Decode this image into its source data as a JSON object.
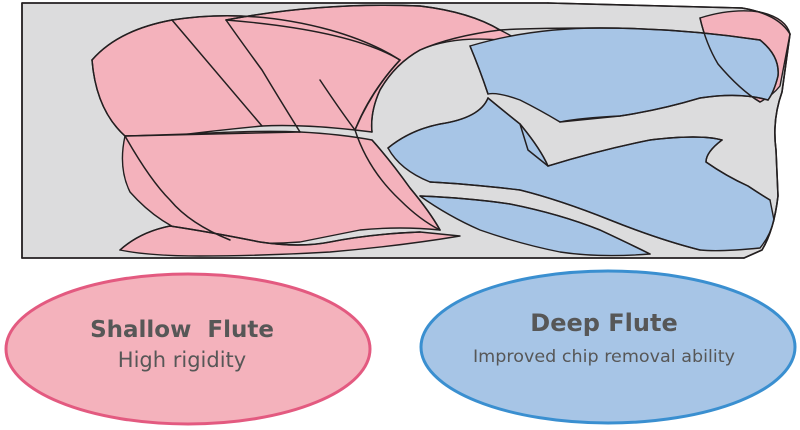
{
  "diagram": {
    "colors": {
      "shank": "#dcdcdd",
      "shallow_fill": "#f4b2bc",
      "deep_fill": "#a7c5e6",
      "outline": "#231f20",
      "shallow_border": "#e35a80",
      "deep_border": "#3a8fd0",
      "text": "#575757"
    },
    "labels": {
      "shallow": {
        "title": "Shallow  Flute",
        "subtitle": "High rigidity"
      },
      "deep": {
        "title": "Deep Flute",
        "subtitle": "Improved chip removal ability"
      }
    }
  }
}
